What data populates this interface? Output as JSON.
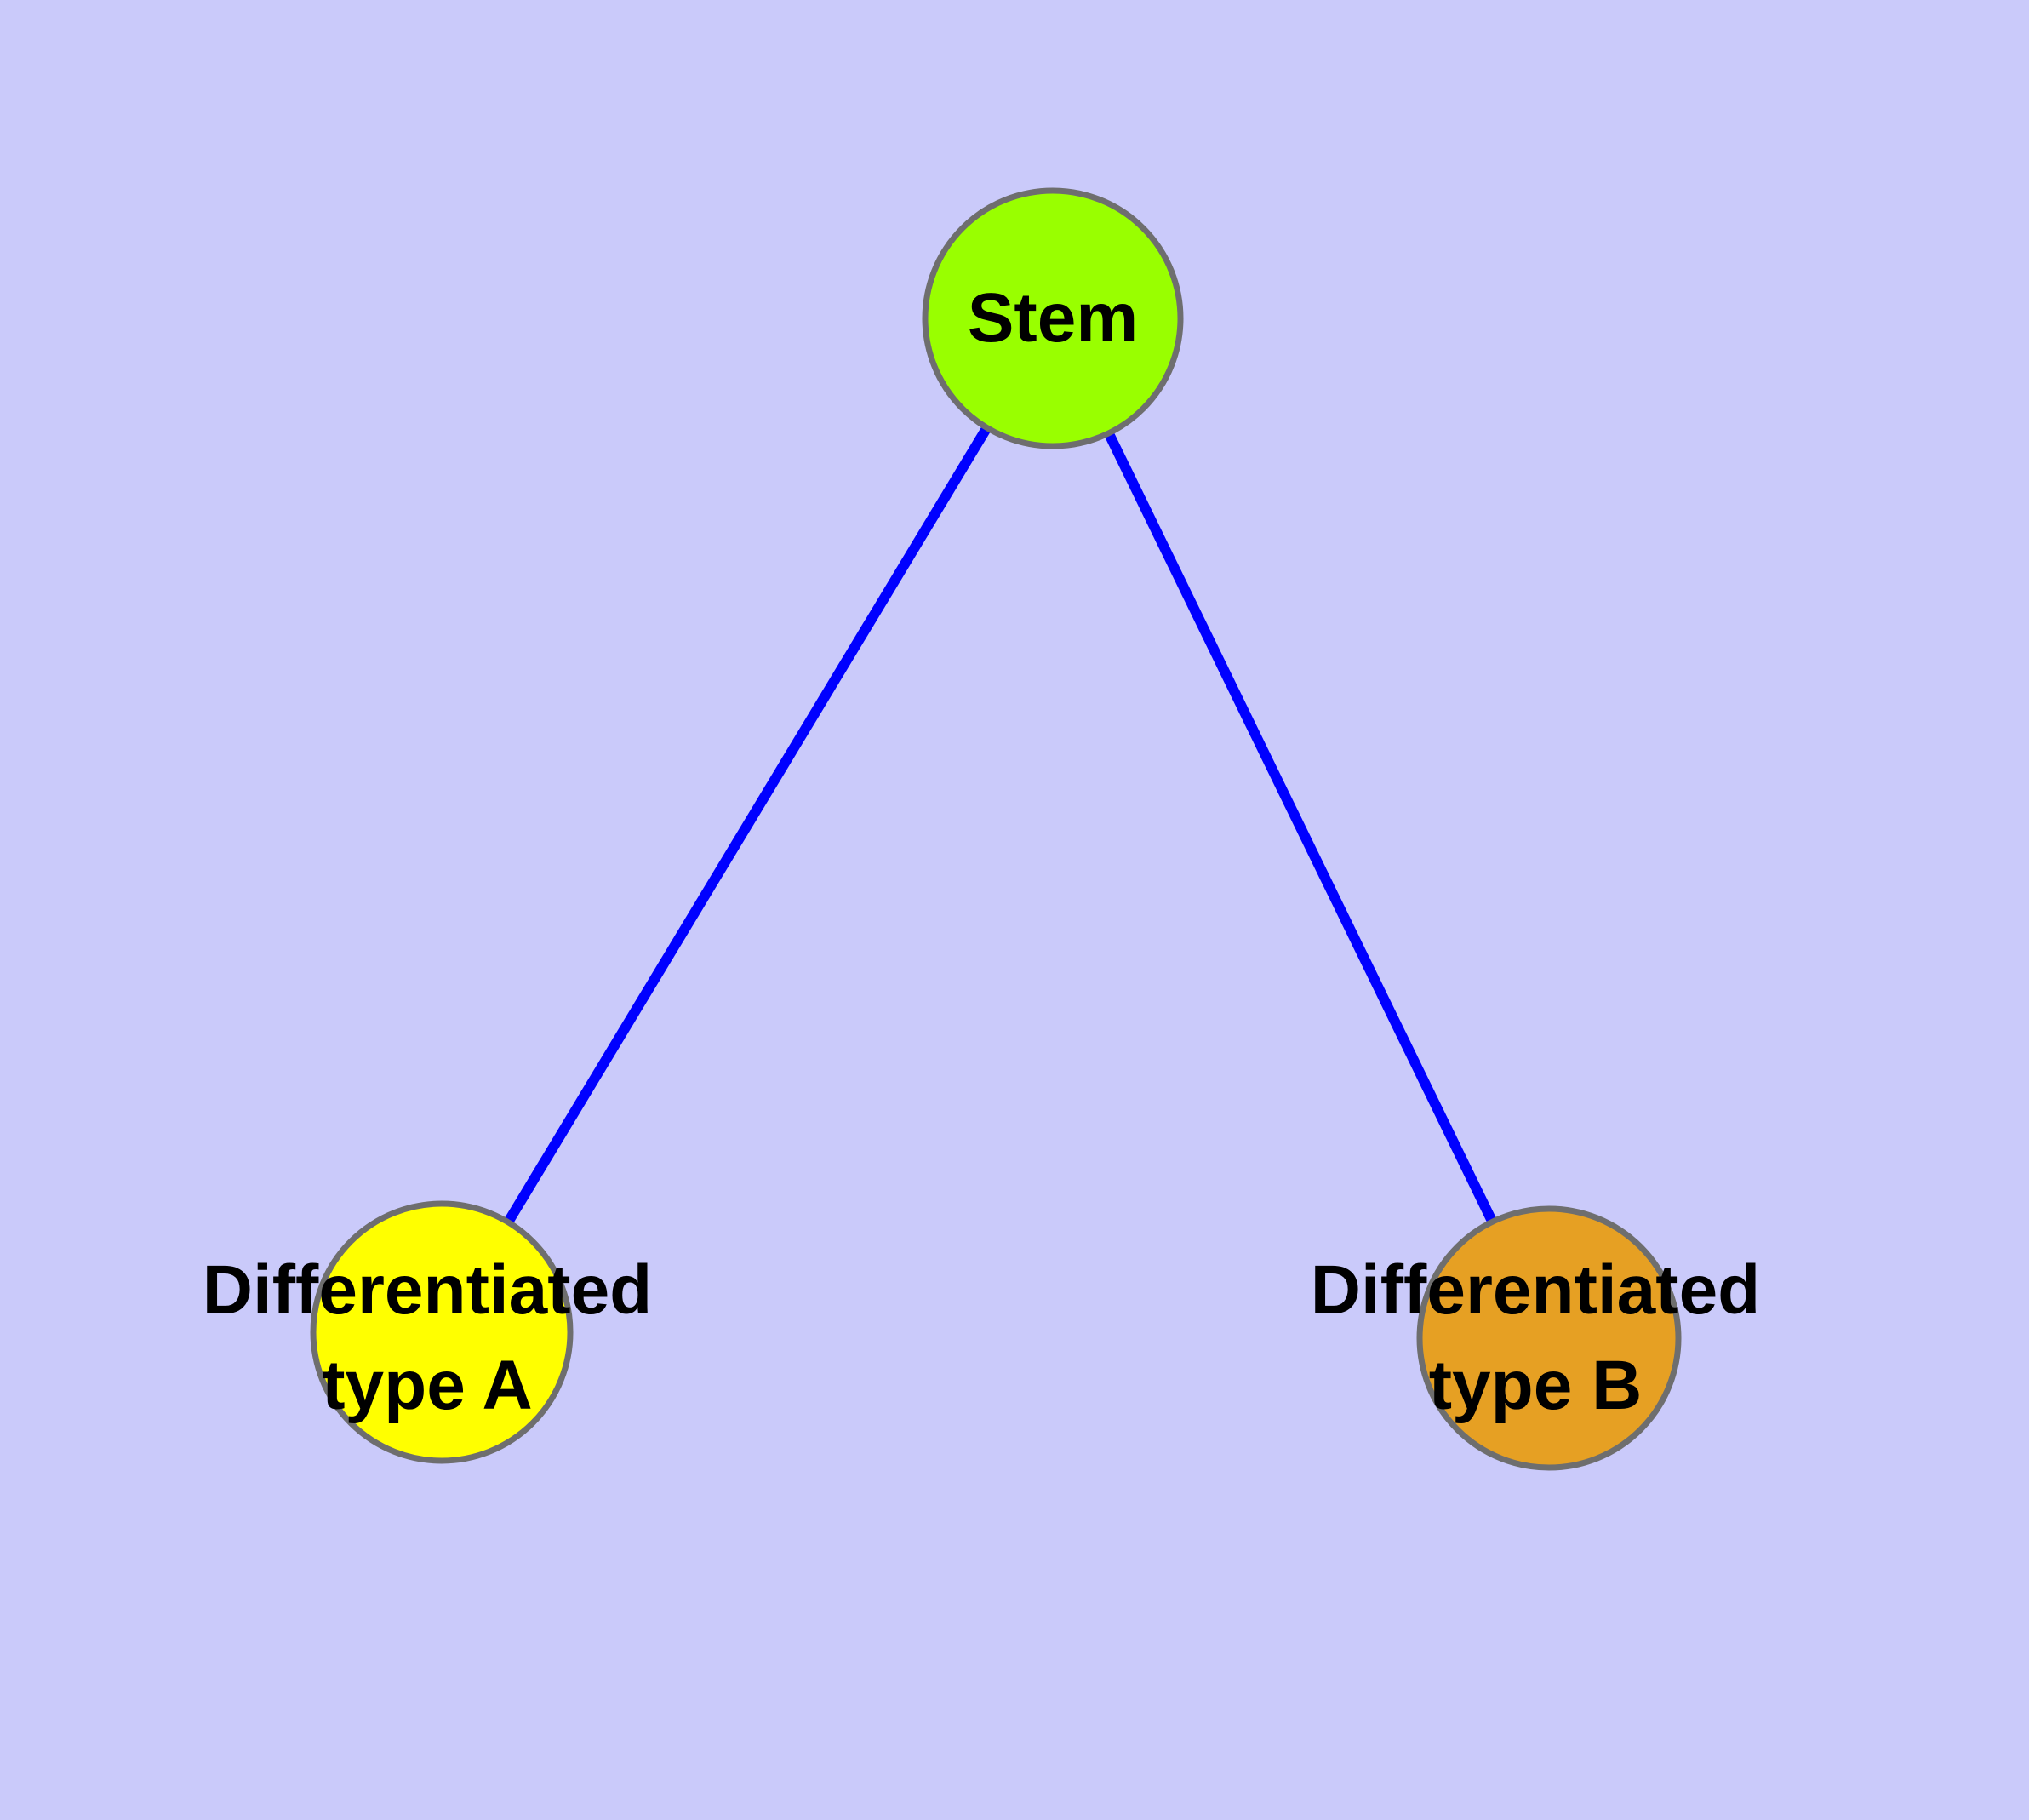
{
  "diagram": {
    "type": "graph",
    "background_color": "#cacafa",
    "edge_color": "#0000ff",
    "node_border_color": "#6e6e6e",
    "nodes": {
      "stem": {
        "label": "Stem",
        "color": "#99ff00"
      },
      "type_a": {
        "label": "Differentiated\ntype A",
        "color": "#ffff00"
      },
      "type_b": {
        "label": "Differentiated\ntype B",
        "color": "#e6a023"
      }
    },
    "edges": [
      {
        "from": "stem",
        "to": "type_a"
      },
      {
        "from": "stem",
        "to": "type_b"
      }
    ]
  }
}
